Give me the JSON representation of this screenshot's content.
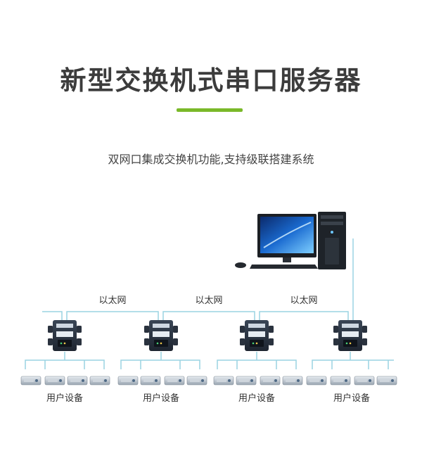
{
  "title": "新型交换机式串口服务器",
  "subtitle": "双网口集成交换机功能,支持级联搭建系统",
  "network_labels": [
    "以太网",
    "以太网",
    "以太网"
  ],
  "device_group_labels": [
    "用户设备",
    "用户设备",
    "用户设备",
    "用户设备"
  ],
  "colors": {
    "line": "#9ad3e2",
    "accent": "#7ab929"
  }
}
